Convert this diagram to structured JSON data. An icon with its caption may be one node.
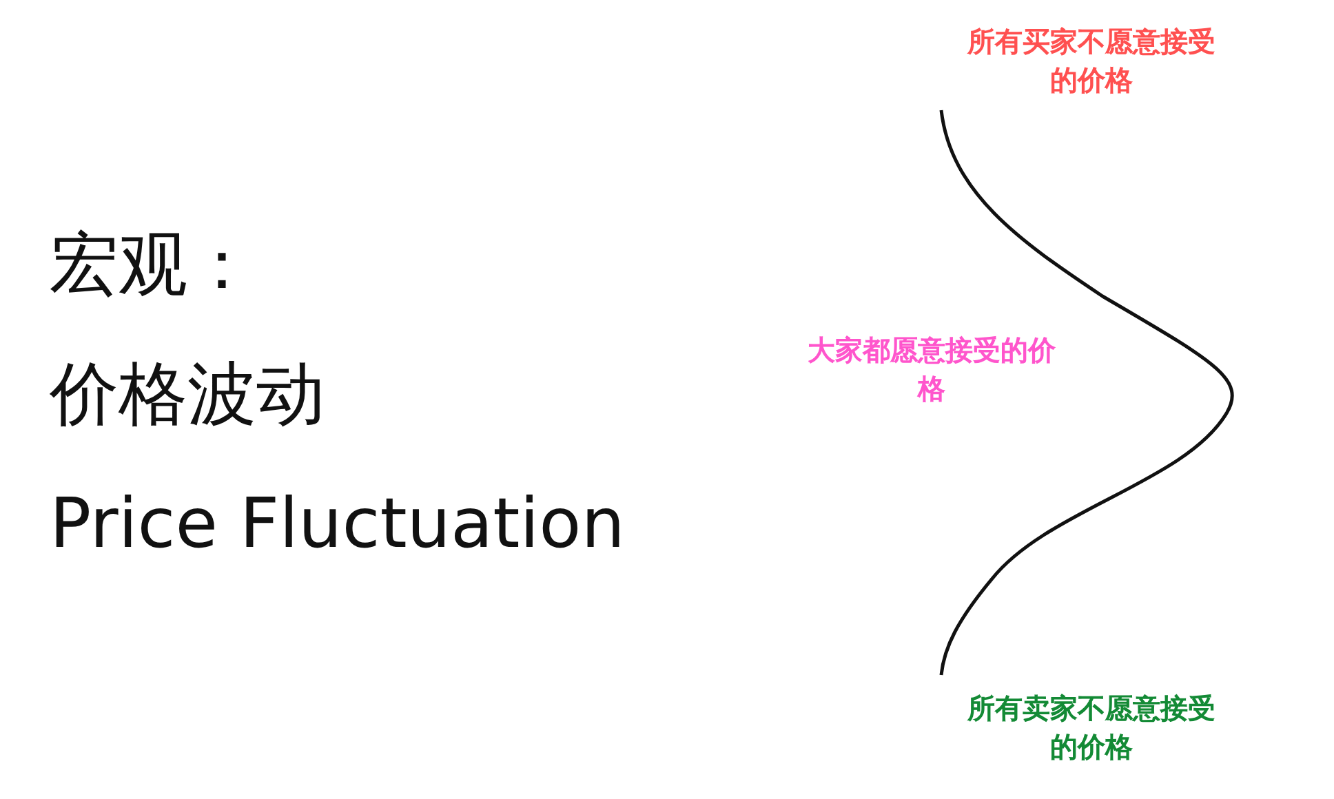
{
  "diagram": {
    "labels": [
      "宏观：",
      "价格波动",
      "Price Fluctuation",
      "所有买家不愿意接受的价格",
      "大家都愿意接受的价格",
      "所有卖家不愿意接受的价格"
    ]
  }
}
